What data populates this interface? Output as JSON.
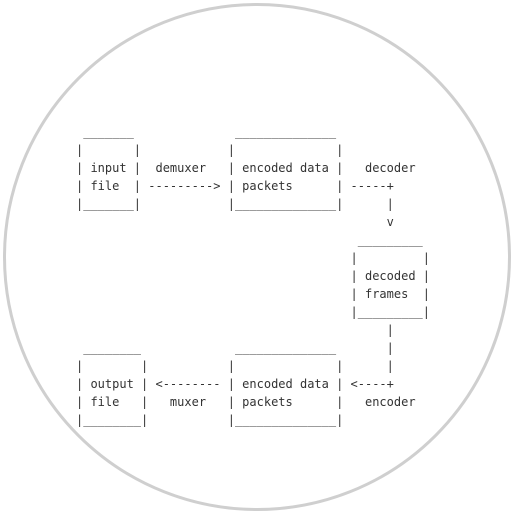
{
  "diagram": {
    "lines": [
      " _______              ______________",
      "|       |            |              |",
      "| input |  demuxer   | encoded data |   decoder",
      "| file  | ---------> | packets      | -----+",
      "|_______|            |______________|      |",
      "                                           v",
      "                                       _________",
      "                                      |         |",
      "                                      | decoded |",
      "                                      | frames  |",
      "                                      |_________|",
      "                                           |",
      " ________             ______________       |",
      "|        |           |              |      |",
      "| output | <-------- | encoded data | <----+",
      "| file   |   muxer   | packets      |   encoder",
      "|________|           |______________|"
    ]
  }
}
